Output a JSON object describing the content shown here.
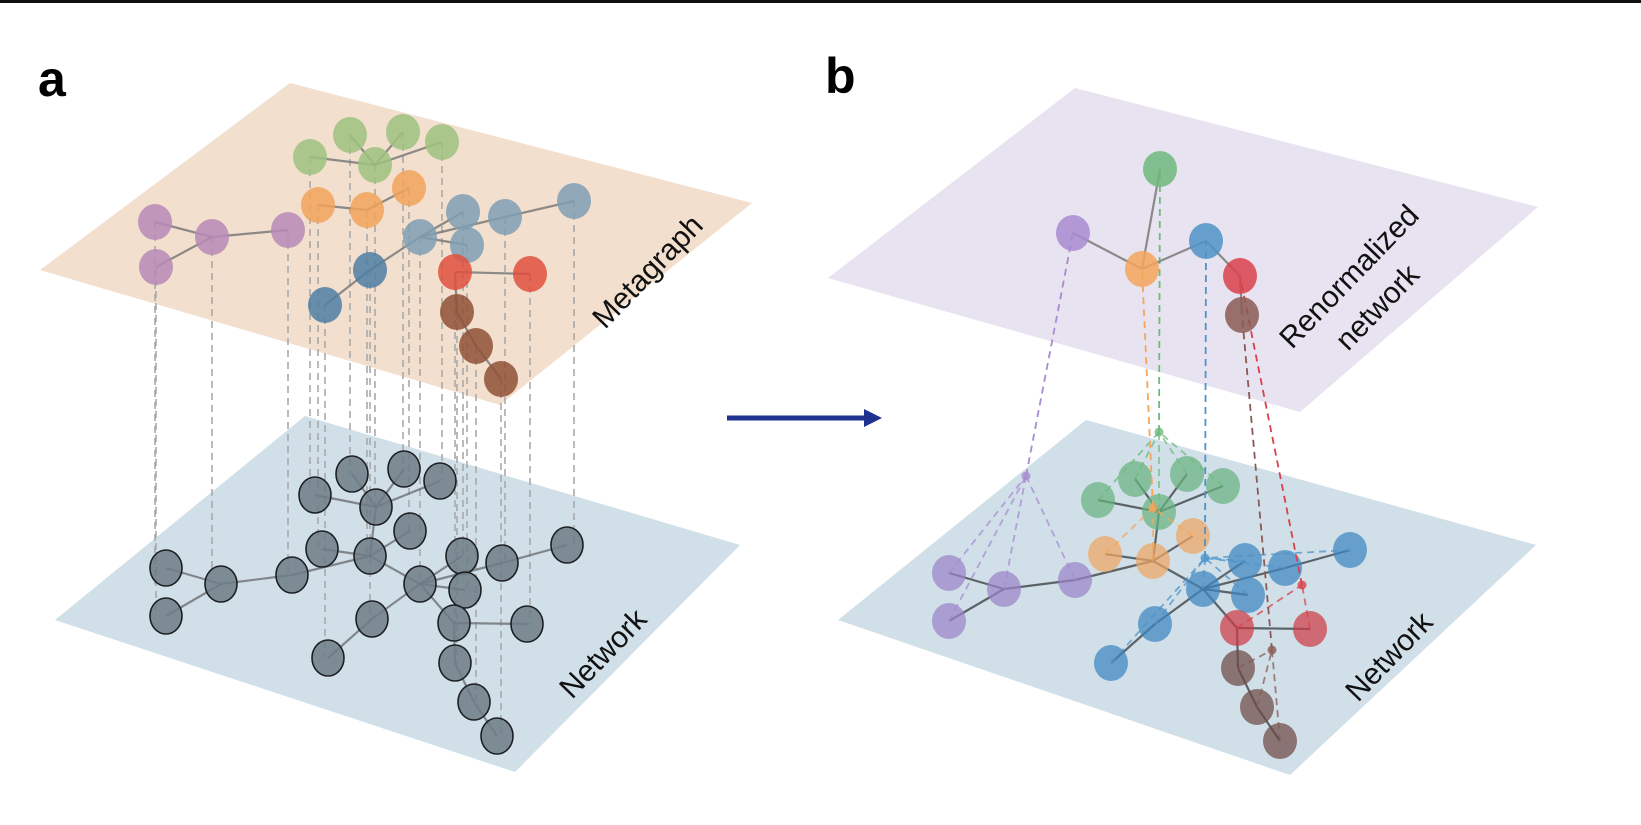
{
  "panels": [
    {
      "letter": "a",
      "top_layer": {
        "label": "Metagraph",
        "color": "#f2dfce",
        "groups": [
          {
            "name": "purple",
            "color": "#b98ab7",
            "nodes": 4
          },
          {
            "name": "green",
            "color": "#9ec27f",
            "nodes": 5
          },
          {
            "name": "orange",
            "color": "#f2a35a",
            "nodes": 3
          },
          {
            "name": "steel-blue",
            "color": "#7f9fb3",
            "nodes": 5
          },
          {
            "name": "blue",
            "color": "#4f7fa3",
            "nodes": 2
          },
          {
            "name": "red",
            "color": "#e0503e",
            "nodes": 2
          },
          {
            "name": "brown",
            "color": "#8f5236",
            "nodes": 3
          }
        ]
      },
      "bottom_layer": {
        "label": "Network",
        "color": "#d0dfe8",
        "node_color": "#6e7d86",
        "node_count": 24
      }
    },
    {
      "letter": "b",
      "top_layer": {
        "label_line1": "Renormalized",
        "label_line2": "network",
        "color": "#e8e3f0",
        "supernodes": [
          {
            "name": "green",
            "color": "#6fba7c"
          },
          {
            "name": "purple",
            "color": "#a88bd0"
          },
          {
            "name": "orange",
            "color": "#f5a55a"
          },
          {
            "name": "blue",
            "color": "#4f93c8"
          },
          {
            "name": "red",
            "color": "#d9414a"
          },
          {
            "name": "brown",
            "color": "#8a5a54"
          }
        ]
      },
      "bottom_layer": {
        "label": "Network",
        "color": "#d0dfe8"
      }
    }
  ],
  "arrow": {
    "color": "#1f3290",
    "direction": "right"
  }
}
